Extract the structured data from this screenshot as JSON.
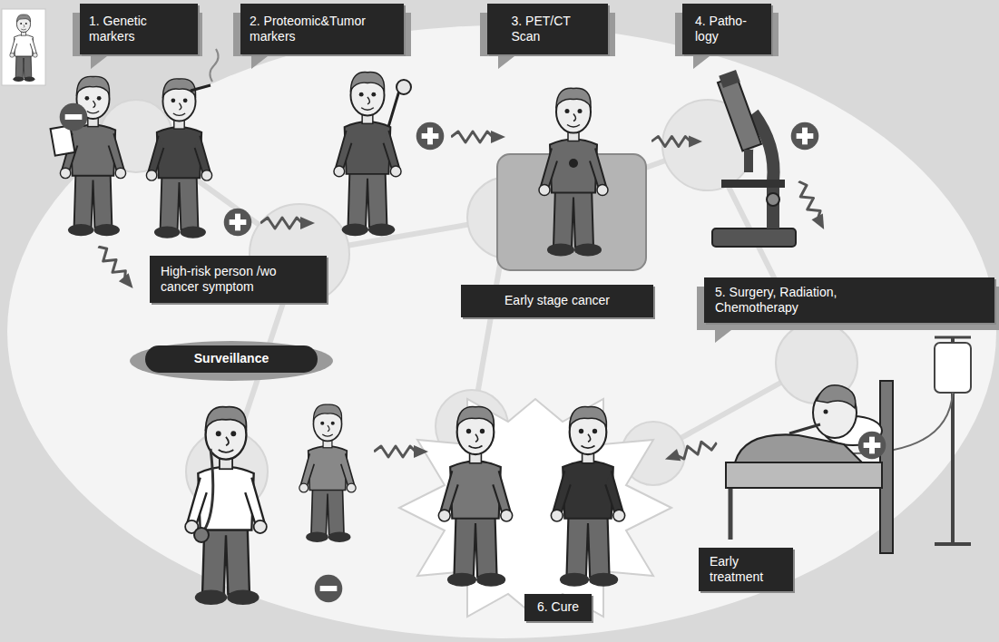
{
  "diagram": {
    "nodes": [
      {
        "text": [
          "1. Genetic markers"
        ]
      },
      {
        "text": [
          "2. Proteomic&Tumor markers"
        ]
      },
      {
        "text": [
          "3. PET/CT Scan"
        ]
      },
      {
        "text": [
          "4. Patho- logy"
        ]
      },
      {
        "text": [
          "High-risk person /wo cancer symptom"
        ]
      },
      {
        "text": [
          "Early stage cancer"
        ]
      },
      {
        "text": [
          "5. Surgery, Radiation, Chemotherapy"
        ]
      },
      {
        "text": [
          "Surveillance"
        ]
      },
      {
        "text": [
          "Early treatment"
        ]
      },
      {
        "text": [
          "6. Cure"
        ]
      }
    ]
  }
}
